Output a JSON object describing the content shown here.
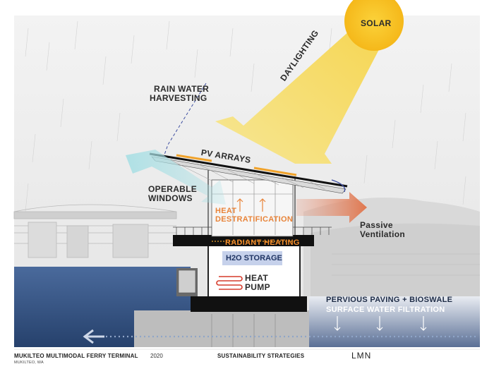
{
  "labels": {
    "solar": "SOLAR",
    "daylighting": "DAYLIGHTING",
    "rain_water_line1": "RAIN WATER",
    "rain_water_line2": "HARVESTING",
    "pv_arrays": "PV ARRAYS",
    "operable_line1": "OPERABLE",
    "operable_line2": "WINDOWS",
    "heat_destrat_line1": "HEAT",
    "heat_destrat_line2": "DESTRATIFICATION",
    "passive_line1": "Passive",
    "passive_line2": "Ventilation",
    "radiant_heating": "RADIANT HEATING",
    "h2o_storage": "H2O STORAGE",
    "heat_pump_line1": "HEAT",
    "heat_pump_line2": "PUMP",
    "pervious_line1": "PERVIOUS PAVING + BIOSWALE",
    "pervious_line2": "SURFACE WATER FILTRATION"
  },
  "footer": {
    "project_title": "MUKILTEO MULTIMODAL FERRY TERMINAL",
    "location": "MUKILTEO, WA",
    "year": "2020",
    "sheet_title": "SUSTAINABILITY STRATEGIES",
    "logo": "LMN"
  },
  "colors": {
    "sun": "#f7c21b",
    "beam": "#f5c842",
    "water": "#2f4f7f",
    "ventilation_in": "#9ed6dc",
    "ventilation_out": "#e3855e",
    "orange_label": "#e8843a"
  }
}
